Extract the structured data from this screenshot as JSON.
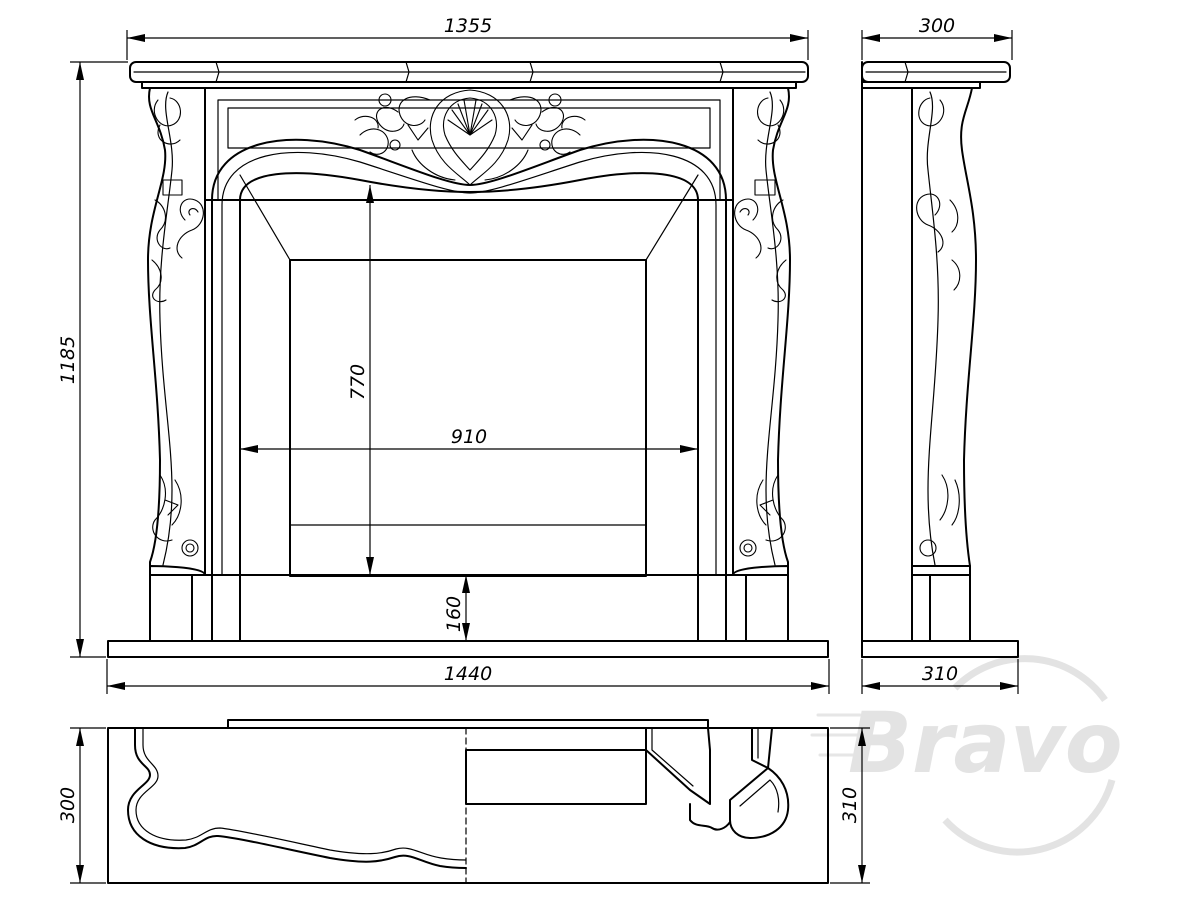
{
  "dimensions": {
    "mantel_width": "1355",
    "side_depth_top": "300",
    "total_height": "1185",
    "opening_height": "770",
    "opening_width": "910",
    "base_height": "160",
    "base_width": "1440",
    "base_depth_side": "310",
    "plan_depth_left": "300",
    "plan_depth_right": "310"
  },
  "logo": {
    "text": "Bravo"
  }
}
